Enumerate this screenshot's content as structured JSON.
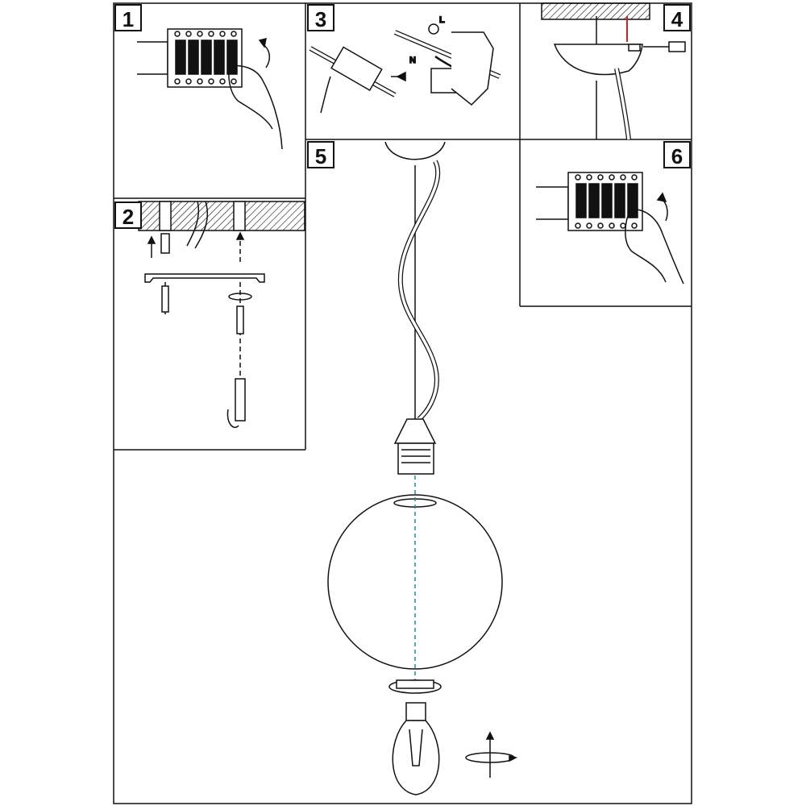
{
  "steps": [
    {
      "number": "1"
    },
    {
      "number": "2"
    },
    {
      "number": "3"
    },
    {
      "number": "4"
    },
    {
      "number": "5"
    },
    {
      "number": "6"
    }
  ],
  "wire_labels": {
    "live": "L",
    "neutral": "N"
  },
  "colors": {
    "line": "#111111",
    "dashed_axis": "#2a8c8c",
    "red_wire": "#cc2222"
  }
}
